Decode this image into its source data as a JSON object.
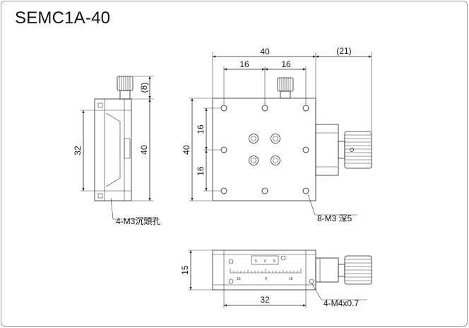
{
  "title": "SEMC1A-40",
  "side_view": {
    "dim_height_outer": "40",
    "dim_height_inner": "32",
    "dim_knob_offset": "(8)",
    "callout": "4-M3沉頭孔"
  },
  "top_view": {
    "dim_width": "40",
    "dim_knob_extension": "(21)",
    "dim_hole_spacing_left": "16",
    "dim_hole_spacing_right": "16",
    "dim_height": "40",
    "dim_hole_vertical_top": "16",
    "dim_hole_vertical_bottom": "16",
    "callout": "8-M3 深5"
  },
  "front_view": {
    "dim_height": "15",
    "dim_base_width": "32",
    "callout": "4-M4x0.7",
    "scale_vernier": [
      "5",
      "0",
      "5"
    ],
    "scale_main": [
      "10",
      "0",
      "10"
    ]
  },
  "colors": {
    "stroke": "#222222",
    "background": "#ffffff",
    "frame": "#9a9a9a"
  }
}
